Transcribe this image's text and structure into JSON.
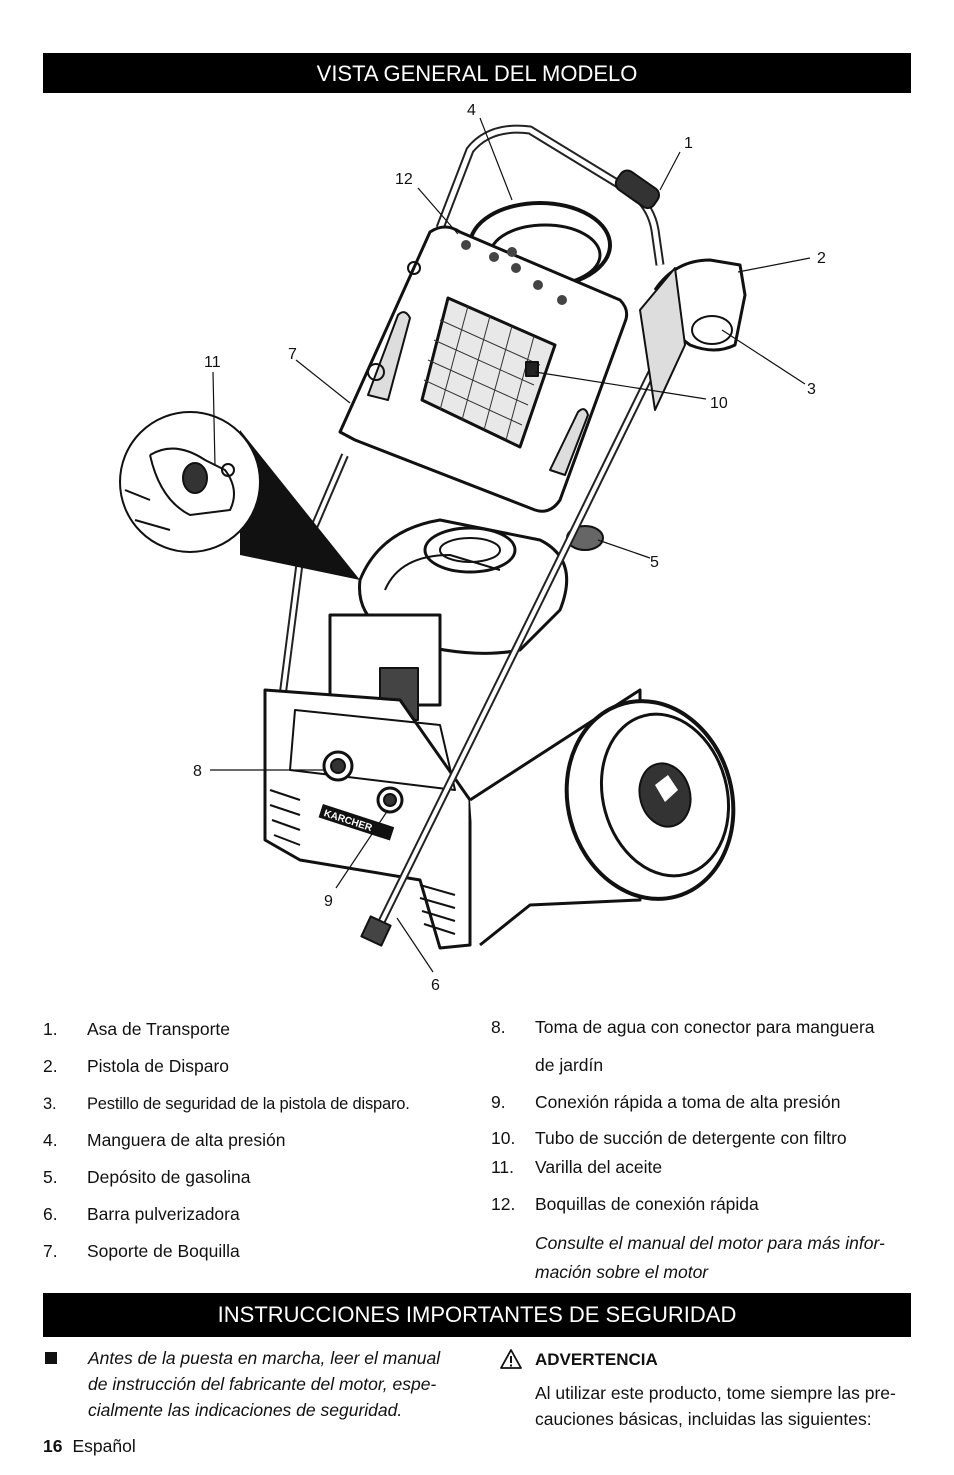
{
  "section1_title": "VISTA GENERAL DEL MODELO",
  "section2_title": "INSTRUCCIONES IMPORTANTES DE SEGURIDAD",
  "figure": {
    "callouts": [
      "1",
      "2",
      "3",
      "4",
      "5",
      "6",
      "7",
      "8",
      "9",
      "10",
      "11",
      "12"
    ],
    "brand_text": "KARCHER"
  },
  "parts_left": [
    {
      "num": "1.",
      "text": "Asa de Transporte"
    },
    {
      "num": "2.",
      "text": "Pistola de Disparo"
    },
    {
      "num": "3.",
      "text": "Pestillo de seguridad de la pistola de disparo."
    },
    {
      "num": "4.",
      "text": "Manguera de alta presión"
    },
    {
      "num": "5.",
      "text": "Depósito de gasolina"
    },
    {
      "num": "6.",
      "text": "Barra pulverizadora"
    },
    {
      "num": "7.",
      "text": "Soporte de Boquilla"
    }
  ],
  "parts_right": [
    {
      "num": "8.",
      "text": "Toma de agua con conector para manguera",
      "cont": "de jardín"
    },
    {
      "num": "9.",
      "text": "Conexión rápida a toma de alta presión"
    },
    {
      "num": "10.",
      "text": "Tubo de succión de detergente con filtro"
    },
    {
      "num": "11.",
      "text": "Varilla del aceite"
    },
    {
      "num": "12.",
      "text": "Boquillas de conexión rápida"
    }
  ],
  "engine_note": [
    "Consulte el manual del motor para más infor-",
    "mación sobre el motor"
  ],
  "safety_bullet": [
    "Antes de la puesta en marcha, leer el manual",
    "de instrucción del fabricante del motor, espe-",
    "cialmente las indicaciones de seguridad."
  ],
  "warning": {
    "label": "ADVERTENCIA",
    "text": [
      "Al utilizar este producto, tome siempre las pre-",
      "cauciones básicas, incluidas las siguientes:"
    ]
  },
  "footer": {
    "page": "16",
    "language": "Español"
  }
}
